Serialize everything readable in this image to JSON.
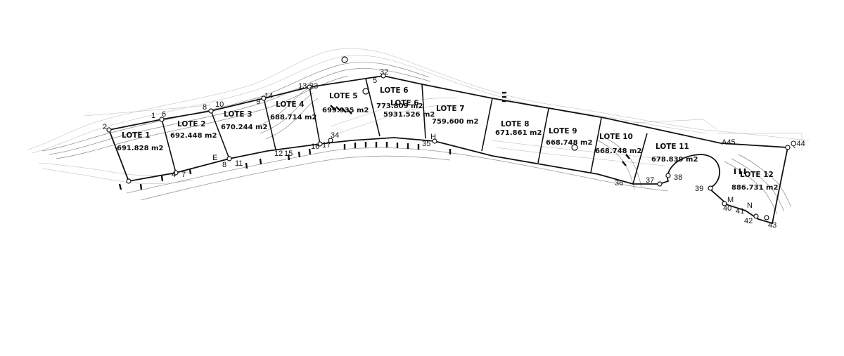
{
  "lots": [
    {
      "name": "LOTE 1",
      "area": "691.828 m2"
    },
    {
      "name": "LOTE 2",
      "area": "692.448 m2"
    },
    {
      "name": "LOTE 3",
      "area": "670.244 m2"
    },
    {
      "name": "LOTE 4",
      "area": "688.714 m2"
    },
    {
      "name": "LOTE 5",
      "area": "699.935 m2"
    },
    {
      "name": "LOTE 6",
      "area": "773.809 m2"
    },
    {
      "name": "LOTE 6",
      "area": "5931.526 m2"
    },
    {
      "name": "LOTE 7",
      "area": "759.600 m2"
    },
    {
      "name": "LOTE 8",
      "area": "671.861 m2"
    },
    {
      "name": "LOTE 9",
      "area": "668.748 m2"
    },
    {
      "name": "LOTE 10",
      "area": "668.748 m2"
    },
    {
      "name": "LOTE 11",
      "area": "678.839 m2"
    },
    {
      "name": "LOTE 12",
      "area": "886.731 m2"
    }
  ],
  "vertex_labels": [
    "2",
    "1",
    "6",
    "8",
    "10",
    "9",
    "14",
    "13",
    "33",
    "32",
    "5",
    "E",
    "4",
    "7",
    "8",
    "11",
    "12",
    "15",
    "16",
    "17",
    "34",
    "35",
    "H",
    "36",
    "37",
    "38",
    "39",
    "40",
    "41",
    "42",
    "43",
    "A45",
    "Q44",
    "M",
    "N"
  ]
}
